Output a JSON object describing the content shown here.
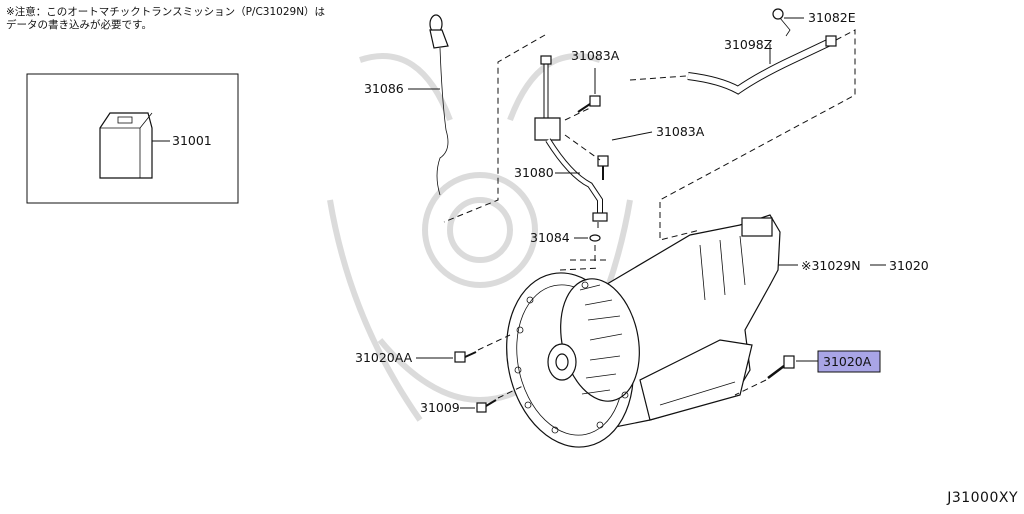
{
  "note": {
    "line1": "※注意：このオートマチックトランスミッション（P/C31029N）は",
    "line2": "データの書き込みが必要です。"
  },
  "labels": {
    "l31001": "31001",
    "l31086": "31086",
    "l31083a_top": "31083A",
    "l31083a_mid": "31083A",
    "l31080": "31080",
    "l31084": "31084",
    "l31082e": "31082E",
    "l31098z": "31098Z",
    "l31029n": "※31029N",
    "l31020": "31020",
    "l31020a": "31020A",
    "l31020aa": "31020AA",
    "l31009": "31009"
  },
  "diagram_code": "J31000XY",
  "colors": {
    "highlight": "#a9a5e6",
    "line": "#111111",
    "watermark": "#d8d8d8"
  }
}
